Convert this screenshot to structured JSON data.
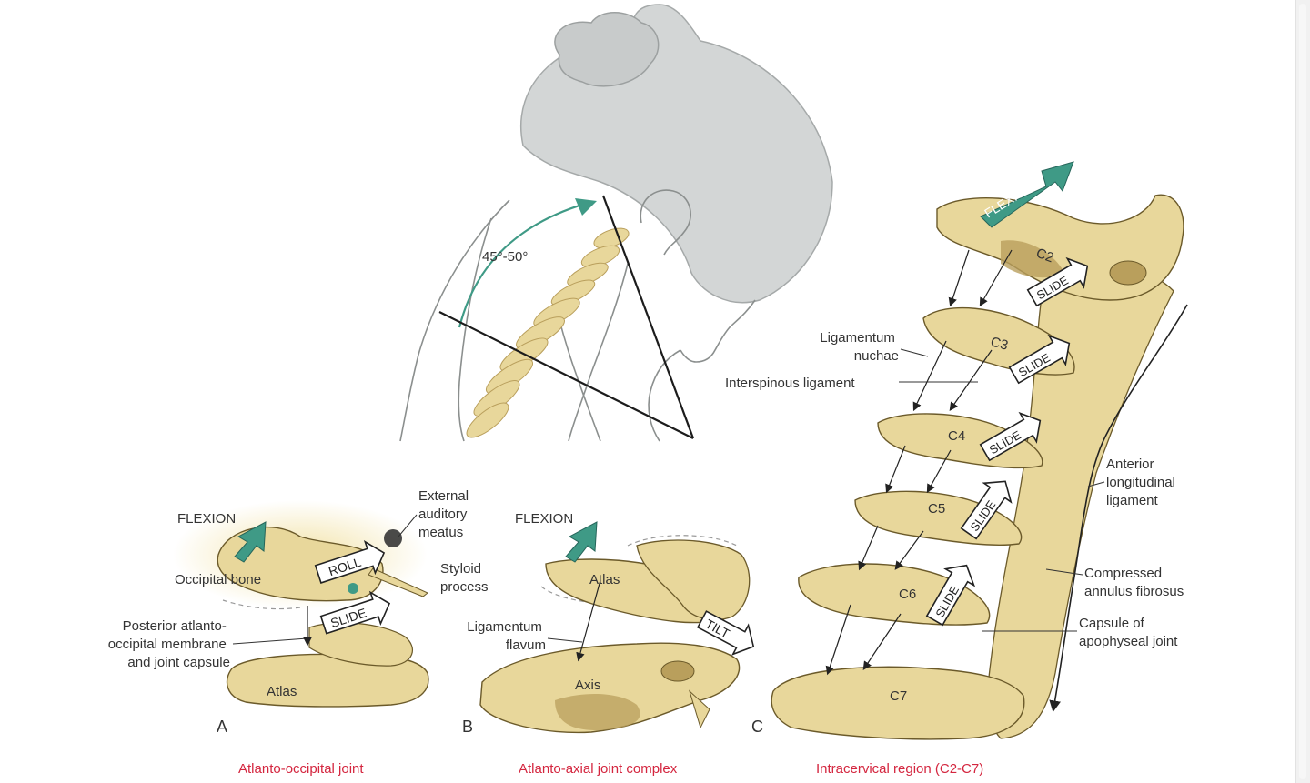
{
  "colors": {
    "bone": "#e8d79b",
    "bone_stroke": "#6b5a2a",
    "bone_dark": "#b99f5c",
    "hair": "#d3d6d6",
    "skin_line": "#8b8f8e",
    "arrow_green": "#3f9a86",
    "caption_red": "#d4263f",
    "text": "#333333",
    "halo": "#f2e2a5"
  },
  "icons": {
    "flexion_arrow": "flexion-arrow-icon",
    "motion_arrow": "motion-arrow-icon",
    "ligament_arrow": "ligament-arrow-icon"
  },
  "figure": {
    "angle_label": "45°-50°",
    "panel_a": {
      "letter": "A",
      "caption": "Atlanto-occipital joint",
      "flexion": "FLEXION",
      "roll": "ROLL",
      "slide": "SLIDE",
      "labels": {
        "occipital_bone": "Occipital bone",
        "ext_meatus": [
          "External",
          "auditory",
          "meatus"
        ],
        "styloid": [
          "Styloid",
          "process"
        ],
        "posterior": [
          "Posterior atlanto-",
          "occipital membrane",
          "and joint capsule"
        ],
        "atlas": "Atlas"
      }
    },
    "panel_b": {
      "letter": "B",
      "caption": "Atlanto-axial joint complex",
      "flexion": "FLEXION",
      "tilt": "TILT",
      "labels": {
        "atlas": "Atlas",
        "axis": "Axis",
        "lig_flavum": [
          "Ligamentum",
          "flavum"
        ]
      }
    },
    "panel_c": {
      "letter": "C",
      "caption": "Intracervical region (C2-C7)",
      "flexion": "FLEXION",
      "slide": "SLIDE",
      "vertebrae": [
        "C2",
        "C3",
        "C4",
        "C5",
        "C6",
        "C7"
      ],
      "labels": {
        "lig_nuchae": [
          "Ligamentum",
          "nuchae"
        ],
        "interspinous": "Interspinous ligament",
        "anterior": [
          "Anterior",
          "longitudinal",
          "ligament"
        ],
        "annulus": [
          "Compressed",
          "annulus fibrosus"
        ],
        "capsule": [
          "Capsule of",
          "apophyseal joint"
        ]
      }
    }
  }
}
